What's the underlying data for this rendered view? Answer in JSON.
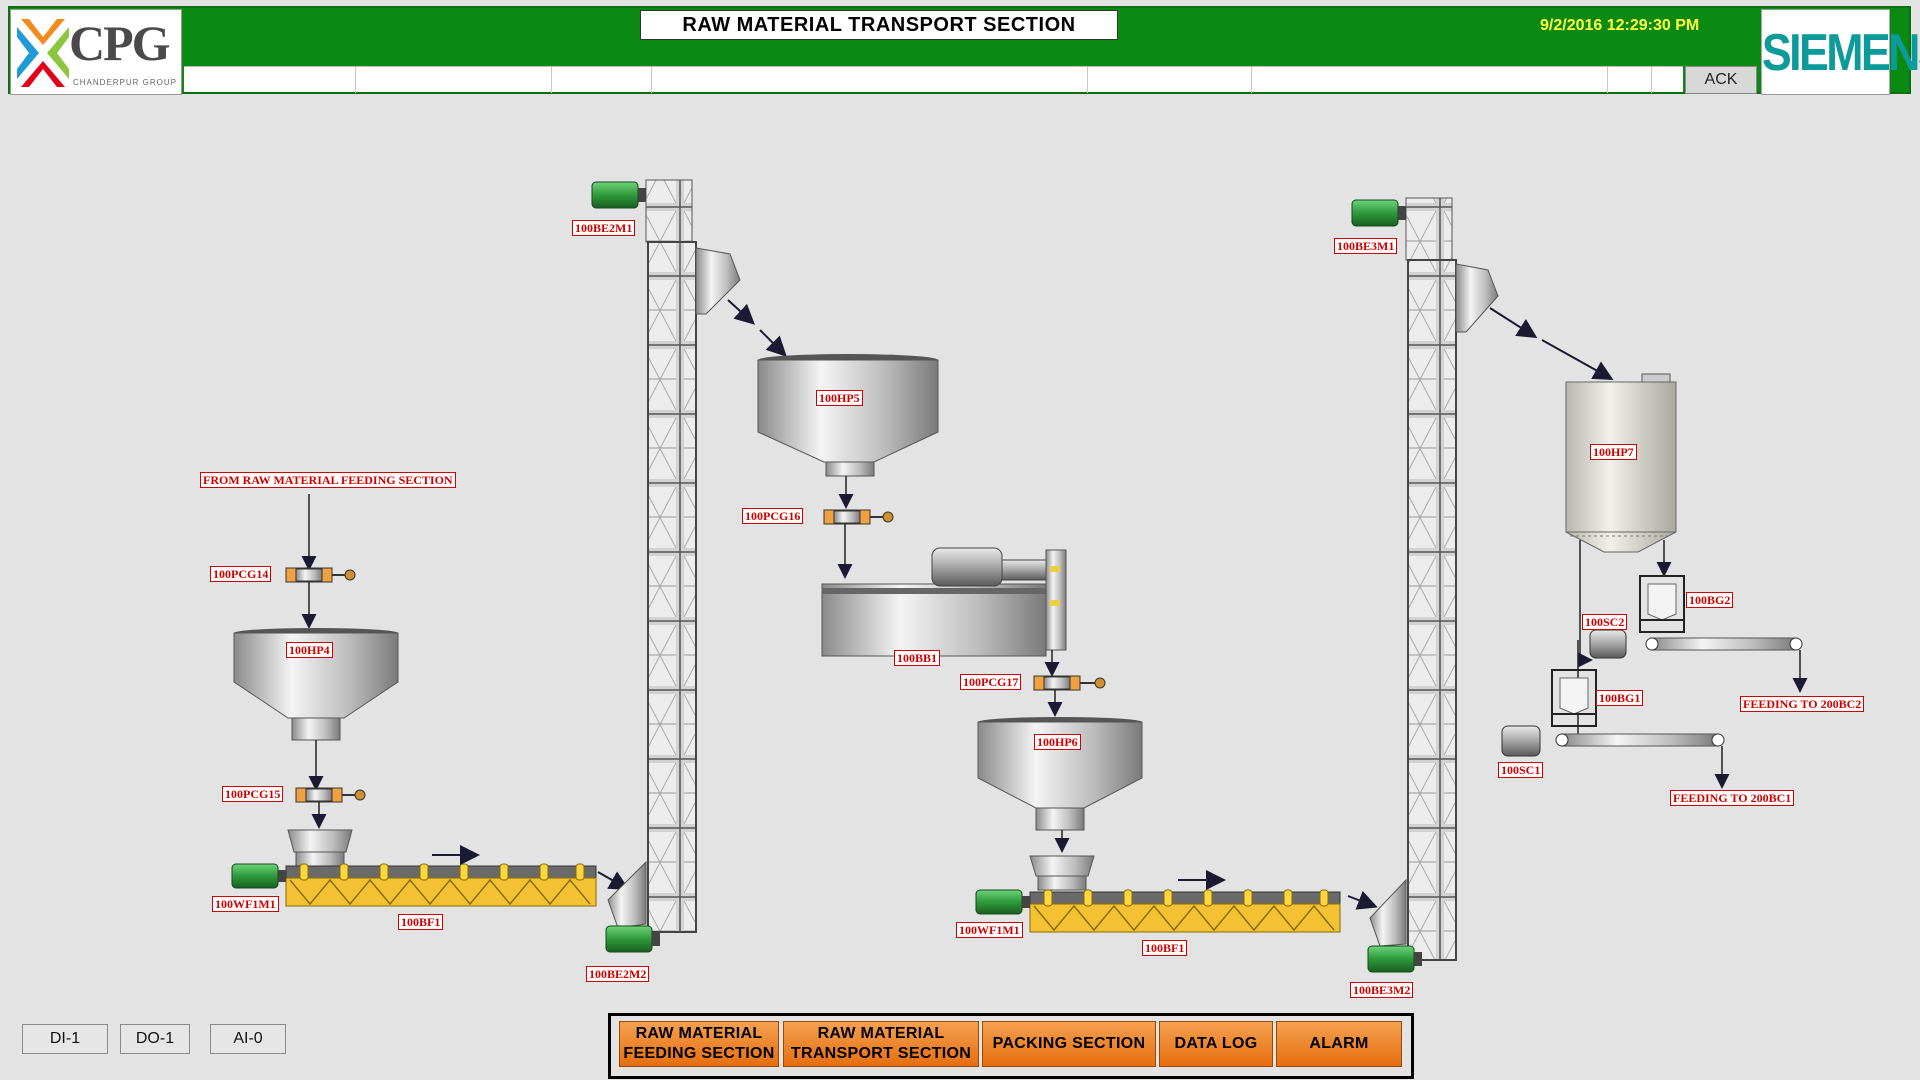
{
  "header": {
    "title": "RAW MATERIAL TRANSPORT SECTION",
    "datetime": "9/2/2016 12:29:30 PM",
    "ack_label": "ACK",
    "cpg_logo_text": "CPG",
    "cpg_logo_sub": "CHANDERPUR GROUP",
    "siemens_logo_text": "SIEMENS"
  },
  "tags": {
    "from_feeding": "FROM RAW MATERIAL FEEDING SECTION",
    "pcg14": "100PCG14",
    "hp4": "100HP4",
    "pcg15": "100PCG15",
    "wf1m1_left": "100WF1M1",
    "bf1_left": "100BF1",
    "be2m1": "100BE2M1",
    "be2m2": "100BE2M2",
    "hp5": "100HP5",
    "pcg16": "100PCG16",
    "bb1": "100BB1",
    "pcg17": "100PCG17",
    "hp6": "100HP6",
    "wf1m1_right": "100WF1M1",
    "bf1_right": "100BF1",
    "be3m1": "100BE3M1",
    "be3m2": "100BE3M2",
    "hp7": "100HP7",
    "bg2": "100BG2",
    "sc2": "100SC2",
    "bg1": "100BG1",
    "sc1": "100SC1",
    "feed_bc2": "FEEDING TO 200BC2",
    "feed_bc1": "FEEDING TO 200BC1"
  },
  "bottom_left": {
    "di": "DI-1",
    "do": "DO-1",
    "ai": "AI-0"
  },
  "nav": {
    "feeding_line1": "RAW MATERIAL",
    "feeding_line2": "FEEDING SECTION",
    "transport_line1": "RAW MATERIAL",
    "transport_line2": "TRANSPORT SECTION",
    "packing": "PACKING SECTION",
    "datalog": "DATA LOG",
    "alarm": "ALARM"
  },
  "colors": {
    "header_green": "#0a8a12",
    "datetime_yellow": "#ffff3c",
    "tag_red": "#d00000",
    "nav_orange": "#e56e10",
    "motor_green": "#2e9a3a",
    "siemens_teal": "#0d9a9a"
  }
}
